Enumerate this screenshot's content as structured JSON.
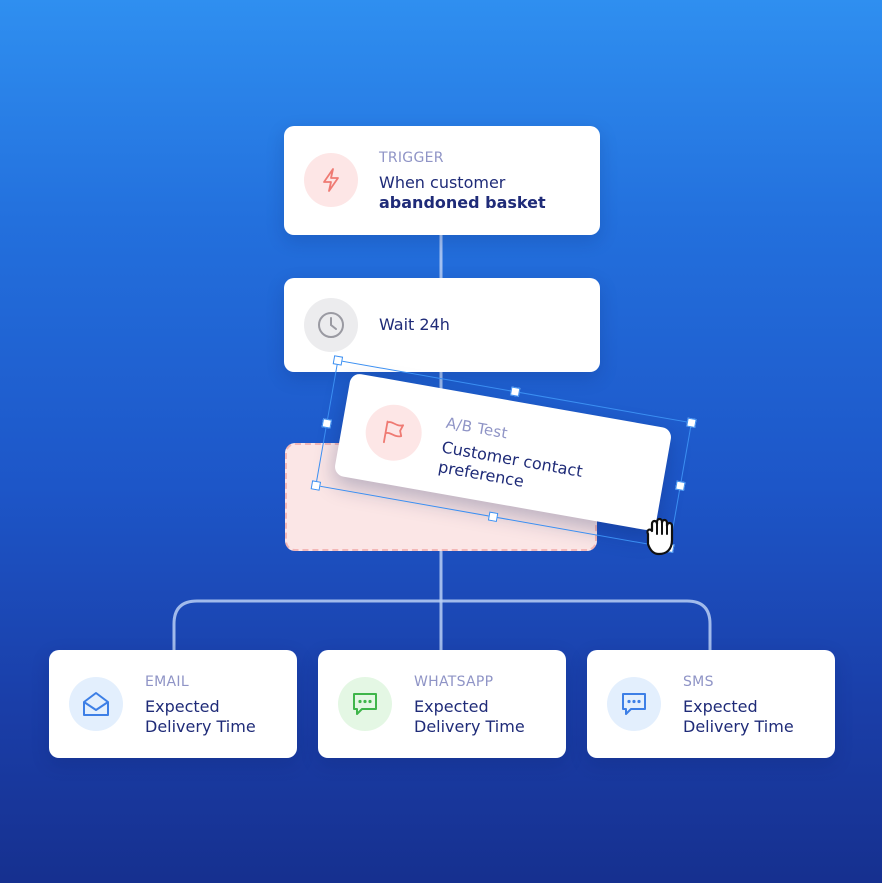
{
  "trigger": {
    "label": "TRIGGER",
    "line1": "When customer",
    "line2": "abandoned basket",
    "icon": "lightning-icon"
  },
  "wait": {
    "text": "Wait 24h",
    "icon": "clock-icon"
  },
  "ab_test": {
    "label": "A/B Test",
    "line1": "Customer contact",
    "line2": "preference",
    "icon": "flag-icon"
  },
  "channels": [
    {
      "label": "EMAIL",
      "line1": "Expected",
      "line2": "Delivery Time",
      "icon": "envelope-icon",
      "color": "#3d7fe6"
    },
    {
      "label": "WHATSAPP",
      "line1": "Expected",
      "line2": "Delivery Time",
      "icon": "chat-bubble-icon",
      "color": "#3fb54a"
    },
    {
      "label": "SMS",
      "line1": "Expected",
      "line2": "Delivery Time",
      "icon": "chat-bubble-icon",
      "color": "#3d7fe6"
    }
  ],
  "colors": {
    "background_top": "#2f8ff0",
    "background_bottom": "#16308f",
    "text_dark": "#1f2b78",
    "label": "#8f94c6",
    "selection": "#3b8ff2"
  }
}
